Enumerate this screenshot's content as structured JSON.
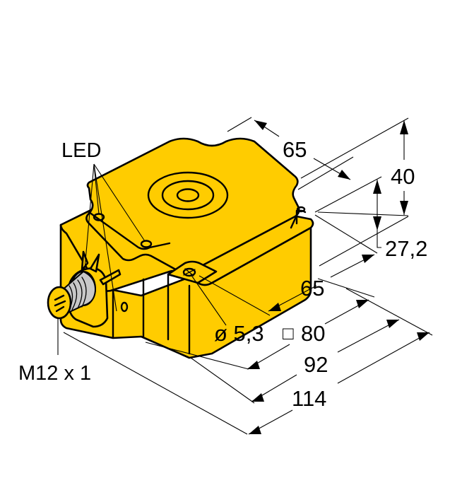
{
  "drawing": {
    "colors": {
      "housing": "#FFCC00",
      "connector_thread": "#C8C8C8",
      "line": "#000000",
      "background": "#FFFFFF"
    },
    "labels": {
      "led": "LED",
      "connector": "M12 x 1"
    },
    "dimensions": {
      "top_depth": "65",
      "total_height": "40",
      "body_height": "27,2",
      "mounting_depth": "65",
      "hole_diameter": "ø 5,3",
      "face_square_symbol": "□",
      "face_square": "80",
      "width_92": "92",
      "overall_length": "114"
    }
  }
}
